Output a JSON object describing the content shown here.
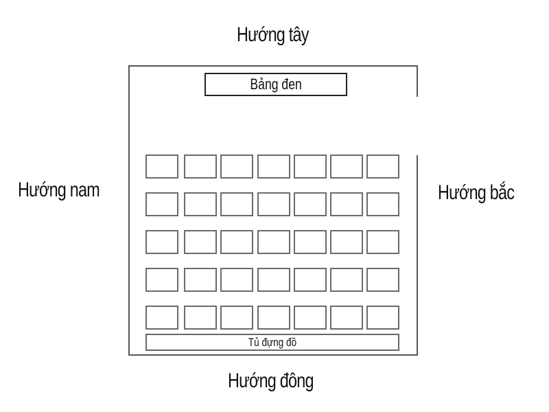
{
  "directions": {
    "west": "Hướng tây",
    "south": "Hướng nam",
    "north": "Hướng bắc",
    "east": "Hướng đông"
  },
  "room": {
    "blackboard_label": "Bảng đen",
    "cabinet_label": "Tủ đựng đồ",
    "desk_rows": 5,
    "desk_columns": 7,
    "door": "gap in right wall near top"
  },
  "colors": {
    "wall": "#555555",
    "desk_border": "#6a6a6a",
    "text": "#111111"
  }
}
